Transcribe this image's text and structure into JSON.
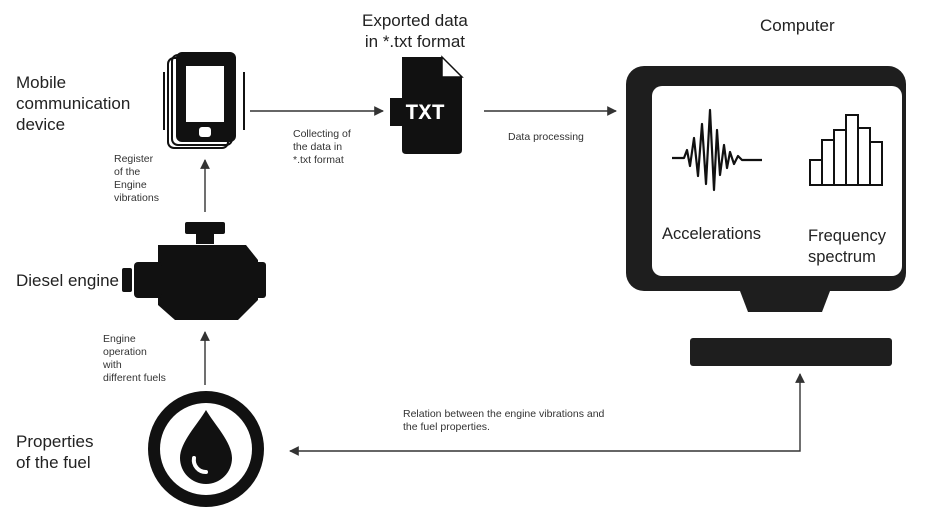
{
  "nodes": {
    "mobile": "Mobile\ncommunication\ndevice",
    "exported": "Exported data\nin *.txt format",
    "computer": "Computer",
    "diesel": "Diesel engine",
    "fuel": "Properties\nof the fuel"
  },
  "icons": {
    "phone": "smartphone-vibrating-icon",
    "file": "txt-file-icon",
    "file_text": "TXT",
    "engine": "engine-icon",
    "fuel": "fuel-drop-icon",
    "monitor": "computer-monitor-icon",
    "waveform": "acceleration-waveform-icon",
    "spectrum": "frequency-spectrum-icon"
  },
  "screen": {
    "accelerations": "Accelerations",
    "frequency": "Frequency\nspectrum"
  },
  "edges": {
    "register": "Register\nof the\nEngine\nvibrations",
    "collecting": "Collecting of\nthe data in\n*.txt format",
    "processing": "Data processing",
    "operation": "Engine\noperation\nwith\ndifferent fuels",
    "relation": "Relation between the engine vibrations and\nthe fuel properties."
  },
  "colors": {
    "ink": "#111111",
    "monitor_frame": "#1e1e1e",
    "screen_bg": "#ffffff",
    "arrow": "#333333"
  }
}
